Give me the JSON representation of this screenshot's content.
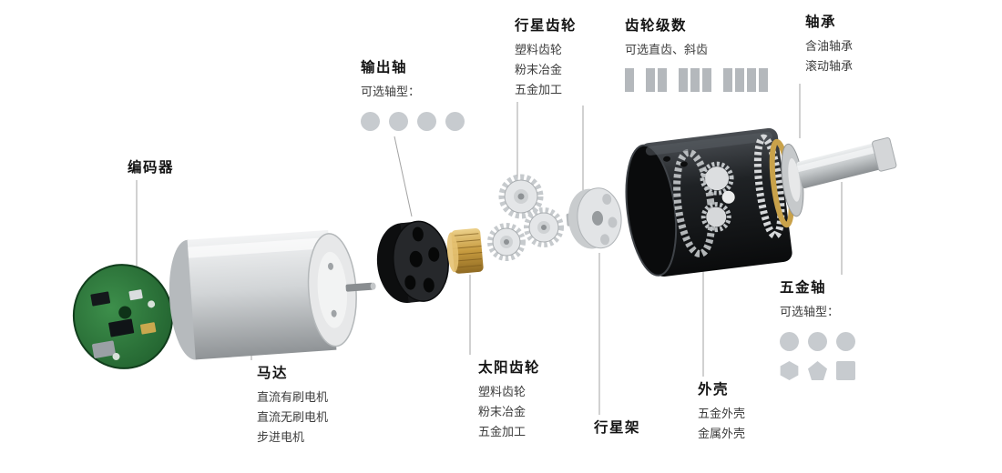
{
  "labels": {
    "encoder": {
      "title": "编码器"
    },
    "output_shaft": {
      "title": "输出轴",
      "subtitle": "可选轴型："
    },
    "planet_gear": {
      "title": "行星齿轮",
      "items": [
        "塑料齿轮",
        "粉末冶金",
        "五金加工"
      ]
    },
    "gear_stages": {
      "title": "齿轮级数",
      "subtitle": "可选直齿、斜齿"
    },
    "bearing": {
      "title": "轴承",
      "items": [
        "含油轴承",
        "滚动轴承"
      ]
    },
    "motor": {
      "title": "马达",
      "items": [
        "直流有刷电机",
        "直流无刷电机",
        "步进电机"
      ]
    },
    "sun_gear": {
      "title": "太阳齿轮",
      "items": [
        "塑料齿轮",
        "粉末冶金",
        "五金加工"
      ]
    },
    "planet_carrier": {
      "title": "行星架"
    },
    "housing": {
      "title": "外壳",
      "items": [
        "五金外壳",
        "金属外壳"
      ]
    },
    "metal_shaft": {
      "title": "五金轴",
      "subtitle": "可选轴型："
    }
  },
  "icons": {
    "output_shaft_types": [
      "circle",
      "circle",
      "circle",
      "circle"
    ],
    "gear_stage_groups": [
      1,
      2,
      3,
      4
    ],
    "metal_shaft_types_row1": [
      "circle",
      "circle",
      "circle"
    ],
    "metal_shaft_types_row2": [
      "hexagon",
      "pentagon",
      "square"
    ]
  },
  "colors": {
    "background": "#ffffff",
    "title_text": "#141414",
    "body_text": "#3d3d3d",
    "callout_line": "#a3a3a3",
    "shape_gray": "#c7cbcf",
    "pcb_green": "#2c7a3a",
    "brass": "#c9a24a",
    "housing_black": "#17191b",
    "metal_silver": "#c9ccce"
  }
}
